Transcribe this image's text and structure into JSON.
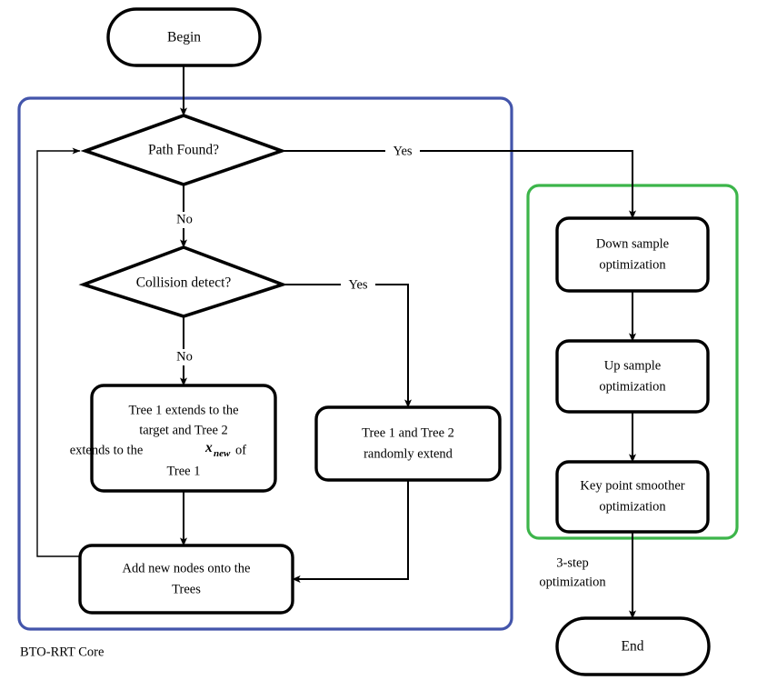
{
  "diagram": {
    "title": "BTO-RRT algorithm flowchart",
    "colors": {
      "core_group_border": "#4355ab",
      "core_group_label": "#4355ab",
      "optimization_group_border": "#3cb54a",
      "optimization_group_label": "#3cb54a",
      "node_stroke": "#000000",
      "node_fill": "#ffffff",
      "line": "#000000"
    },
    "nodes": {
      "begin": {
        "label": "Begin",
        "shape": "terminator"
      },
      "path_found": {
        "label": "Path Found?",
        "shape": "decision"
      },
      "collision_detect": {
        "label": "Collision detect?",
        "shape": "decision"
      },
      "tree_extend_target": {
        "shape": "process",
        "line1": "Tree 1 extends to the",
        "line2": "target and Tree 2",
        "line3_pre": "extends to the",
        "line3_math_base": "x",
        "line3_math_sub": "new",
        "line3_post": "of",
        "line4": "Tree 1"
      },
      "tree_random_extend": {
        "shape": "process",
        "line1": "Tree 1 and Tree 2",
        "line2": "randomly extend"
      },
      "add_nodes": {
        "shape": "process",
        "line1": "Add new nodes onto the",
        "line2": "Trees"
      },
      "down_sample": {
        "shape": "process",
        "line1": "Down sample",
        "line2": "optimization"
      },
      "up_sample": {
        "shape": "process",
        "line1": "Up sample",
        "line2": "optimization"
      },
      "key_point_smoother": {
        "shape": "process",
        "line1": "Key point smoother",
        "line2": "optimization"
      },
      "end": {
        "label": "End",
        "shape": "terminator"
      }
    },
    "edge_labels": {
      "path_found_yes": "Yes",
      "path_found_no": "No",
      "collision_yes": "Yes",
      "collision_no": "No"
    },
    "groups": {
      "core": {
        "label": "BTO-RRT Core"
      },
      "optimization": {
        "label_line1": "3-step",
        "label_line2": "optimization"
      }
    }
  }
}
